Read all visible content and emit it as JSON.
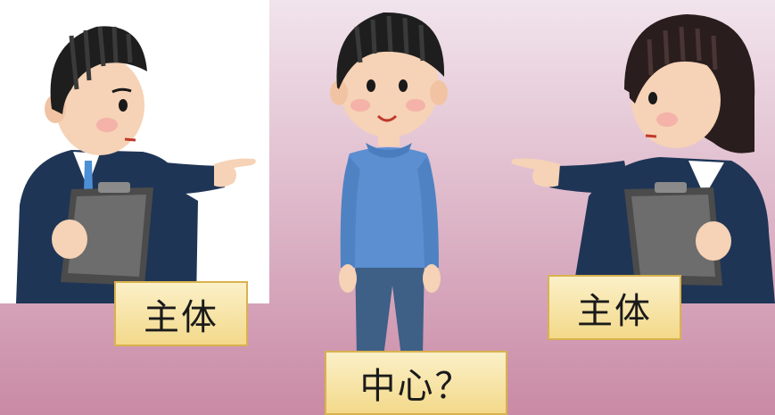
{
  "labels": {
    "subject_left": "主体",
    "subject_right": "主体",
    "center": "中心？"
  },
  "figures": [
    {
      "name": "businessman-pointing",
      "icon": "man-with-clipboard-icon"
    },
    {
      "name": "person-standing",
      "icon": "standing-man-icon"
    },
    {
      "name": "businesswoman-pointing",
      "icon": "woman-with-clipboard-icon"
    }
  ],
  "colors": {
    "background_top": "#f1e4ec",
    "background_bottom": "#c98aa5",
    "label_fill": "#f3d98a",
    "label_border": "#d9b24e",
    "suit": "#1f3556",
    "sweater": "#5b8fd1",
    "pants": "#3e5f86"
  }
}
